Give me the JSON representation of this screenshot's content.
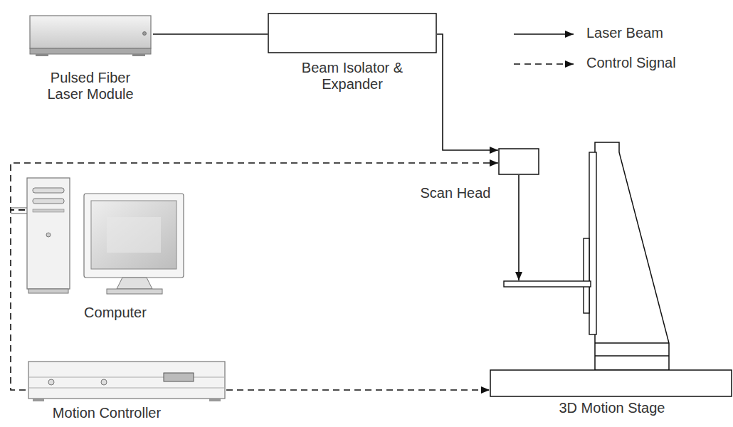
{
  "diagram": {
    "nodes": [
      {
        "text": [
          "Pulsed Fiber Laser Module"
        ]
      },
      {
        "text": [
          "Beam Isolator & Expander"
        ]
      },
      {
        "text": [
          "Scan Head"
        ]
      },
      {
        "text": [
          "Computer"
        ]
      },
      {
        "text": [
          "Motion Controller"
        ]
      },
      {
        "text": [
          "3D Motion Stage"
        ]
      }
    ],
    "edges": [
      {
        "from": 0,
        "to": 1,
        "arrow": "none"
      },
      {
        "from": 1,
        "to": 2,
        "arrow": "to"
      },
      {
        "from": 3,
        "to": 2,
        "arrow": "to"
      },
      {
        "from": 3,
        "to": 4,
        "arrow": "none"
      },
      {
        "from": 4,
        "to": 5,
        "arrow": "to"
      },
      {
        "from": 2,
        "to": 5,
        "arrow": "to"
      }
    ],
    "legend": [
      {
        "text": "Laser Beam"
      },
      {
        "text": "Control Signal"
      }
    ]
  }
}
